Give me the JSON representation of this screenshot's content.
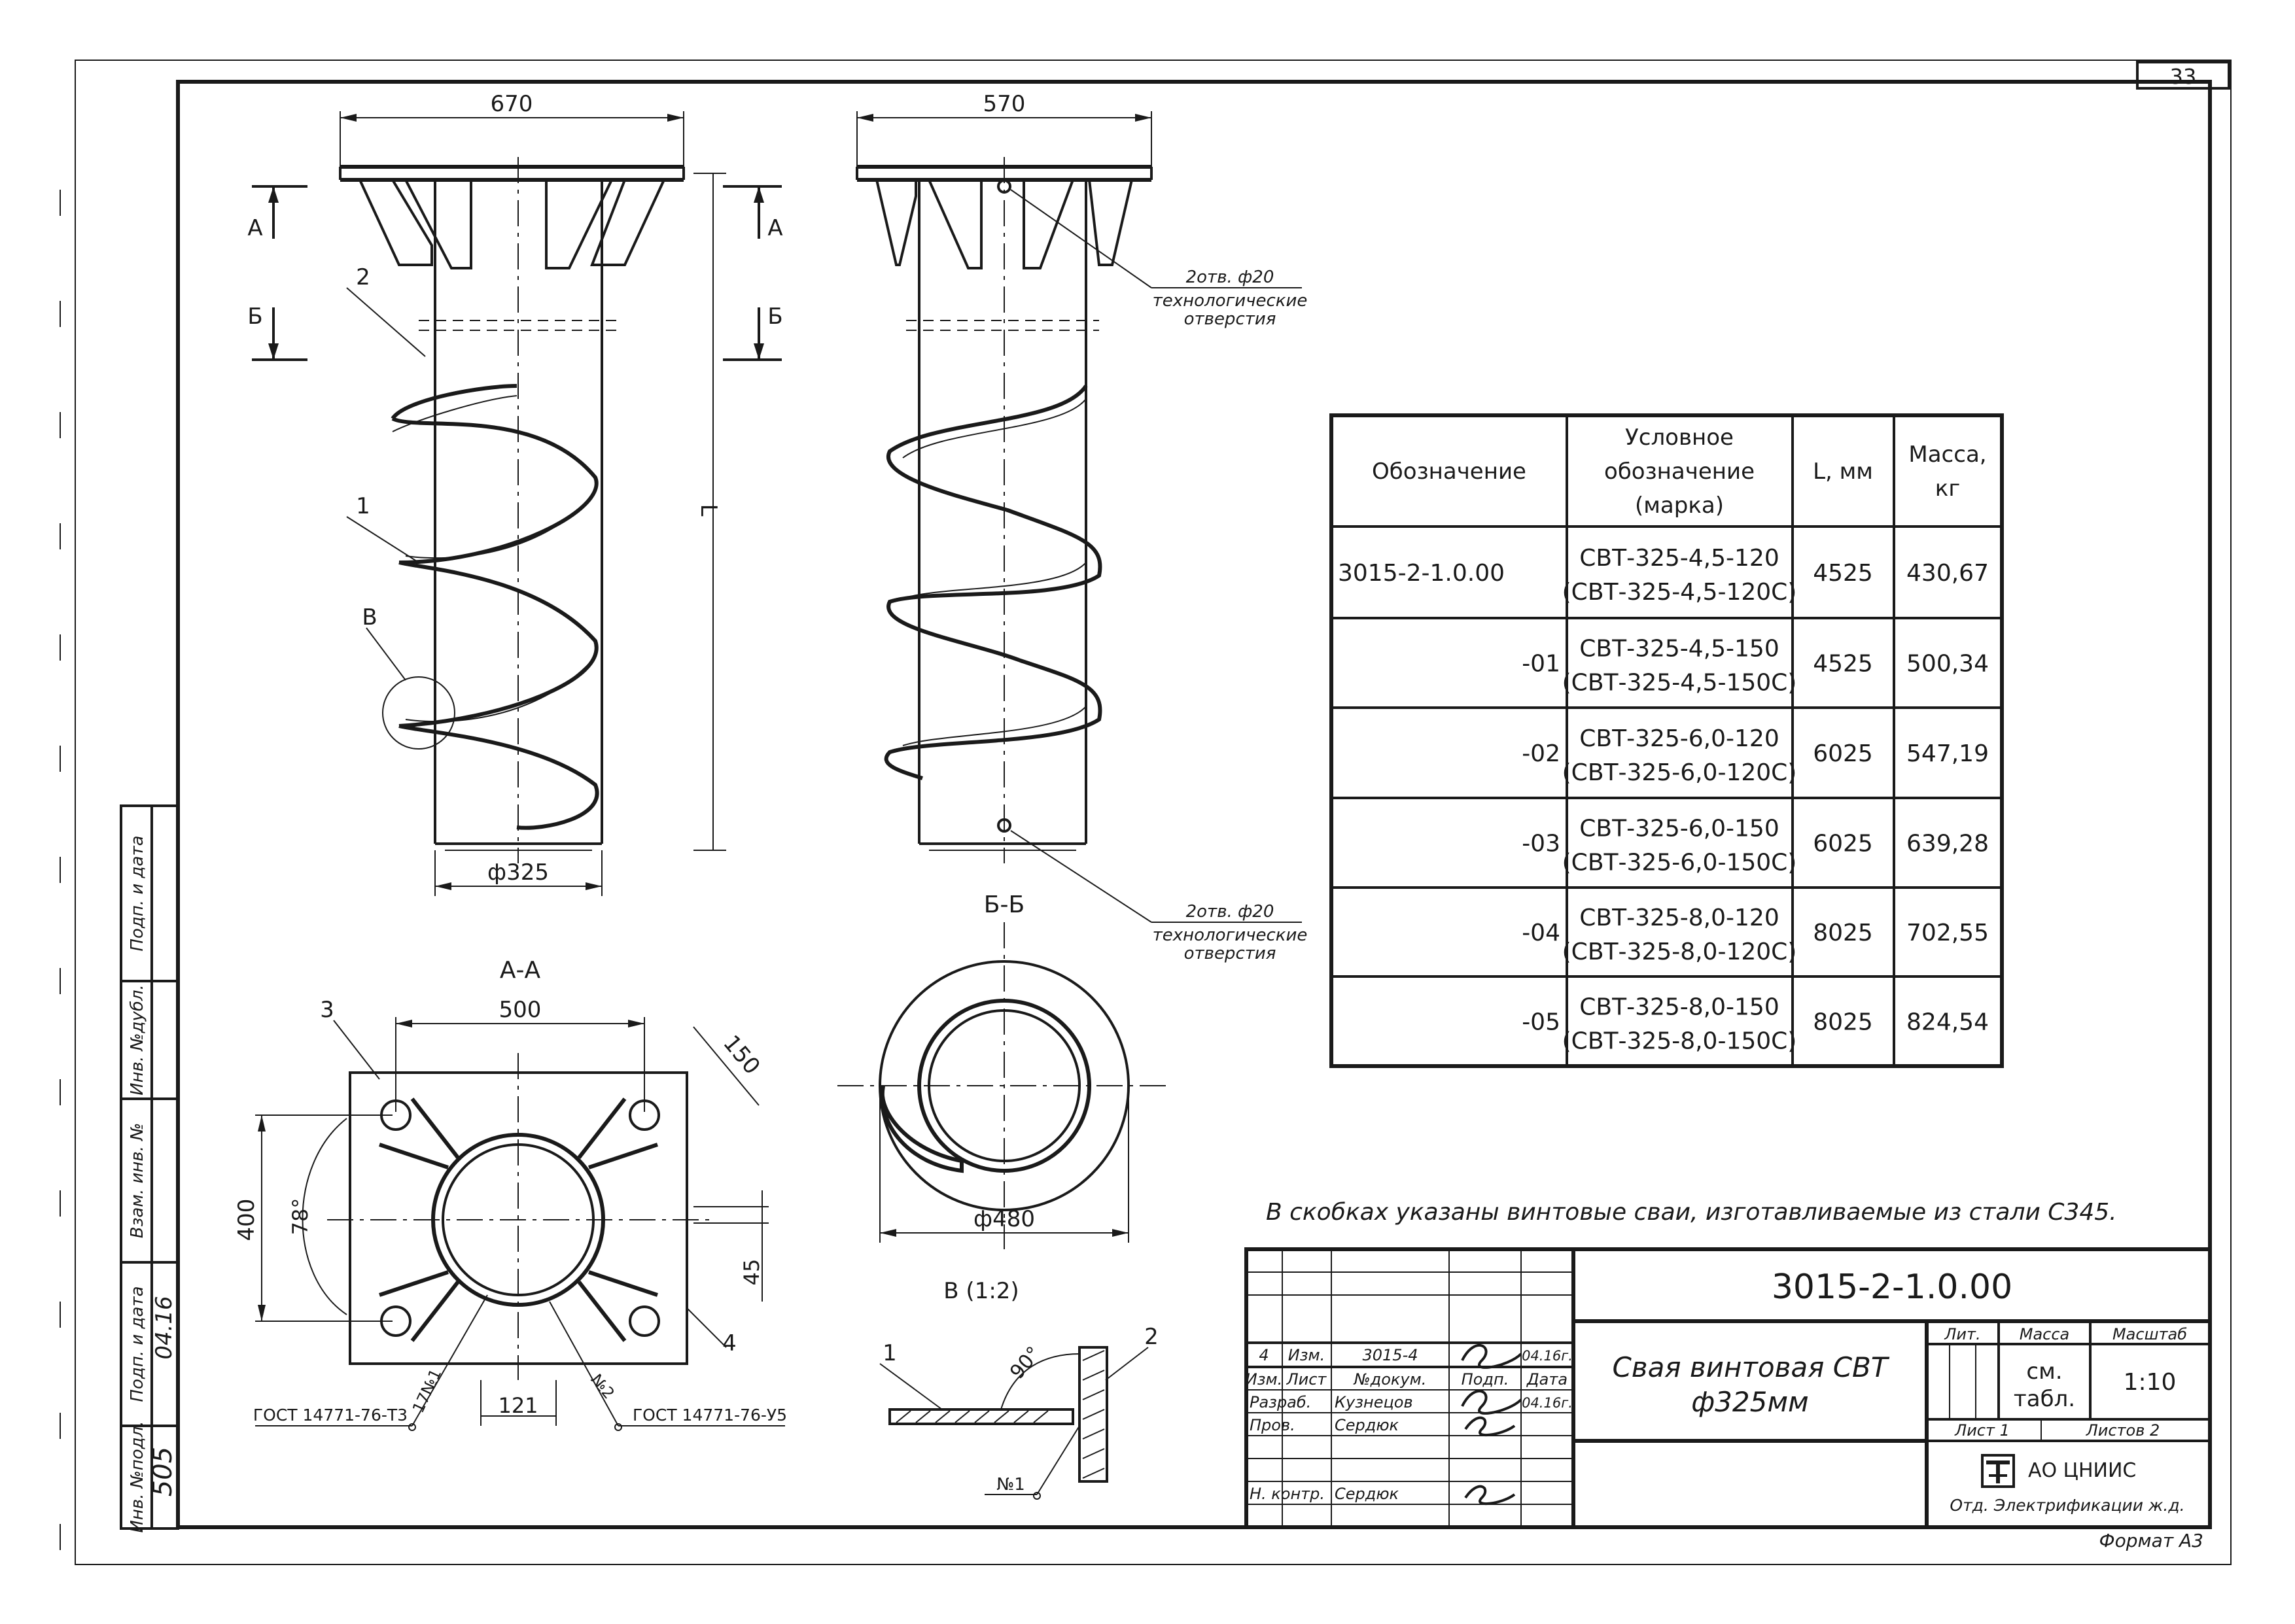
{
  "sheet_number": "33",
  "format_label": "Формат А3",
  "drawing1": {
    "dim_width": "670",
    "dim_diameter": "ф325",
    "section_a": "А",
    "section_b": "Б",
    "dim_length": "L",
    "callout_1": "1",
    "callout_2": "2",
    "callout_v": "В"
  },
  "drawing2": {
    "dim_width": "570",
    "hole_note_top_line1": "2отв. ф20",
    "hole_note_top_line2": "технологические",
    "hole_note_top_line3": "отверстия",
    "hole_note_bottom_line1": "2отв. ф20",
    "hole_note_bottom_line2": "технологические",
    "hole_note_bottom_line3": "отверстия"
  },
  "section_aa": {
    "title": "А-А",
    "dim_500": "500",
    "dim_150": "150",
    "dim_400": "400",
    "dim_angle": "78°",
    "dim_45": "45",
    "dim_121": "121",
    "callout_3": "3",
    "callout_4": "4",
    "weld_1": "17№1",
    "weld_2": "№2",
    "gost_left": "ГОСТ 14771-76-Т3",
    "gost_right": "ГОСТ 14771-76-У5"
  },
  "section_bb": {
    "title": "Б-Б",
    "dim_diameter": "ф480"
  },
  "detail_v": {
    "title": "В (1:2)",
    "callout_1": "1",
    "callout_2": "2",
    "angle": "90°",
    "weld": "№1"
  },
  "spec_table": {
    "headers": [
      "Обозначение",
      "Условное обозначение (марка)",
      "L, мм",
      "Масса, кг"
    ],
    "header_lines": [
      [
        "Обозначение"
      ],
      [
        "Условное",
        "обозначение",
        "(марка)"
      ],
      [
        "L, мм"
      ],
      [
        "Масса,",
        "кг"
      ]
    ],
    "rows": [
      {
        "designation": "3015-2-1.0.00",
        "mark1": "СВТ-325-4,5-120",
        "mark2": "(СВТ-325-4,5-120С)",
        "length": "4525",
        "mass": "430,67"
      },
      {
        "designation": "-01",
        "mark1": "СВТ-325-4,5-150",
        "mark2": "(СВТ-325-4,5-150С)",
        "length": "4525",
        "mass": "500,34"
      },
      {
        "designation": "-02",
        "mark1": "СВТ-325-6,0-120",
        "mark2": "(СВТ-325-6,0-120С)",
        "length": "6025",
        "mass": "547,19"
      },
      {
        "designation": "-03",
        "mark1": "СВТ-325-6,0-150",
        "mark2": "(СВТ-325-6,0-150С)",
        "length": "6025",
        "mass": "639,28"
      },
      {
        "designation": "-04",
        "mark1": "СВТ-325-8,0-120",
        "mark2": "(СВТ-325-8,0-120С)",
        "length": "8025",
        "mass": "702,55"
      },
      {
        "designation": "-05",
        "mark1": "СВТ-325-8,0-150",
        "mark2": "(СВТ-325-8,0-150С)",
        "length": "8025",
        "mass": "824,54"
      }
    ]
  },
  "note": "В скобках указаны винтовые сваи, изготавливаемые из стали С345.",
  "side_stamp": {
    "labels": [
      "Подп. и дата",
      "Инв. №дубл.",
      "Взам. инв. №",
      "Подп. и дата",
      "Инв. №подл."
    ],
    "sign_date": "04.16",
    "inv_number": "505"
  },
  "title_block": {
    "document_code": "3015-2-1.0.00",
    "title_line1": "Свая винтовая СВТ",
    "title_line2": "ф325мм",
    "rev_row": {
      "num": "4",
      "change": "Изм.",
      "doc": "3015-4",
      "date": "04.16г."
    },
    "head_row": [
      "Изм.",
      "Лист",
      "№докум.",
      "Подп.",
      "Дата"
    ],
    "roles": [
      {
        "role": "Разраб.",
        "name": "Кузнецов",
        "date": "04.16г."
      },
      {
        "role": "Пров.",
        "name": "Сердюк",
        "date": ""
      },
      {
        "role": "Н. контр.",
        "name": "Сердюк",
        "date": ""
      }
    ],
    "lit_label": "Лит.",
    "mass_label": "Масса",
    "scale_label": "Масштаб",
    "mass_value_line1": "см.",
    "mass_value_line2": "табл.",
    "scale_value": "1:10",
    "sheet_label": "Лист 1",
    "sheets_label": "Листов 2",
    "org_name": "АО ЦНИИС",
    "org_dept": "Отд. Электрификации ж.д."
  }
}
